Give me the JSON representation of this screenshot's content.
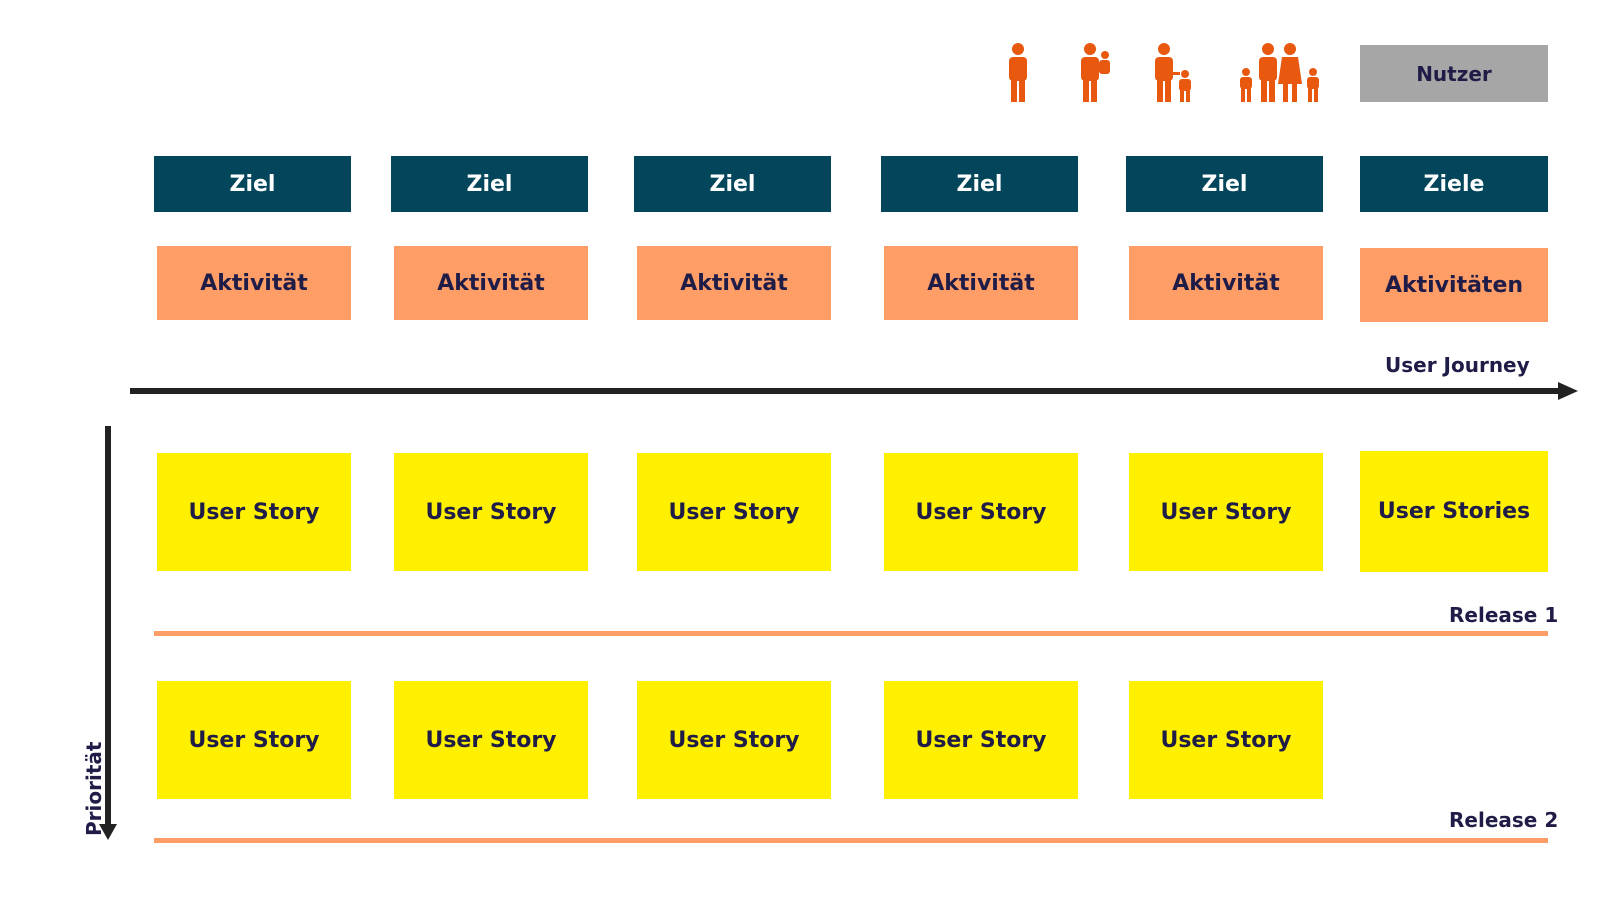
{
  "users": {
    "label": "Nutzer",
    "icon_color": "#e8580f",
    "icons": [
      "single-person-icon",
      "parent-with-child-on-arm-icon",
      "parent-with-child-icon",
      "family-icon"
    ]
  },
  "goals": [
    "Ziel",
    "Ziel",
    "Ziel",
    "Ziel",
    "Ziel",
    "Ziele"
  ],
  "activities": [
    "Aktivität",
    "Aktivität",
    "Aktivität",
    "Aktivität",
    "Aktivität",
    "Aktivitäten"
  ],
  "journey": {
    "label": "User Journey"
  },
  "priority": {
    "label": "Priorität"
  },
  "releases": [
    {
      "label": "Release 1",
      "stories": [
        "User Story",
        "User Story",
        "User Story",
        "User Story",
        "User Story",
        "User Stories"
      ]
    },
    {
      "label": "Release 2",
      "stories": [
        "User Story",
        "User Story",
        "User Story",
        "User Story",
        "User Story"
      ]
    }
  ],
  "colors": {
    "goal": "#03455a",
    "activity": "#ff9d66",
    "story": "#fff000",
    "users_box": "#a6a6a6",
    "release_line": "#ff9d66",
    "axis": "#222222",
    "text": "#1f1d47"
  }
}
